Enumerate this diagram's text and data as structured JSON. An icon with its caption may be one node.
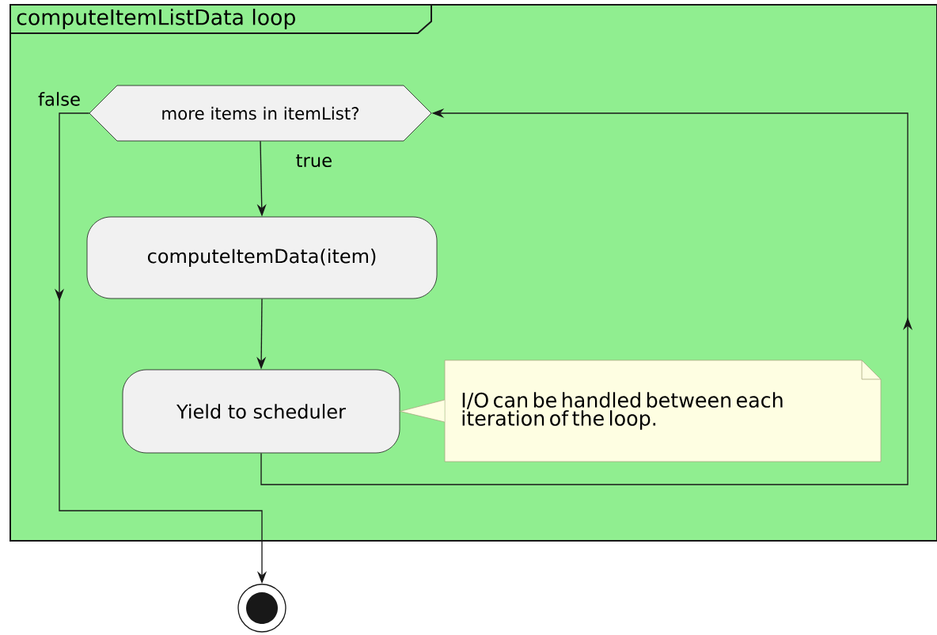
{
  "diagram": {
    "nodes": [
      {
        "text": [
          "computeItemListData loop"
        ]
      },
      {
        "text": [
          "more items in itemList?"
        ],
        "in": 0
      },
      {
        "text": [
          "computeItemData(item)"
        ],
        "in": 0
      },
      {
        "text": [
          "Yield to scheduler"
        ],
        "in": 0
      },
      {
        "text": [
          "I/O can be handled between each iteration of the loop."
        ],
        "in": 0
      },
      {
        "text": [],
        "shape": "circle"
      }
    ],
    "edges": [
      {
        "from": 1,
        "to": 2,
        "arrow": "to",
        "label": "true"
      },
      {
        "from": 2,
        "to": 3,
        "arrow": "to"
      },
      {
        "from": 3,
        "to": 1,
        "arrow": "to"
      },
      {
        "from": 1,
        "to": 5,
        "arrow": "to",
        "label": "false"
      },
      {
        "from": 4,
        "to": 3,
        "arrow": "none",
        "color": "#a8a880"
      }
    ]
  }
}
